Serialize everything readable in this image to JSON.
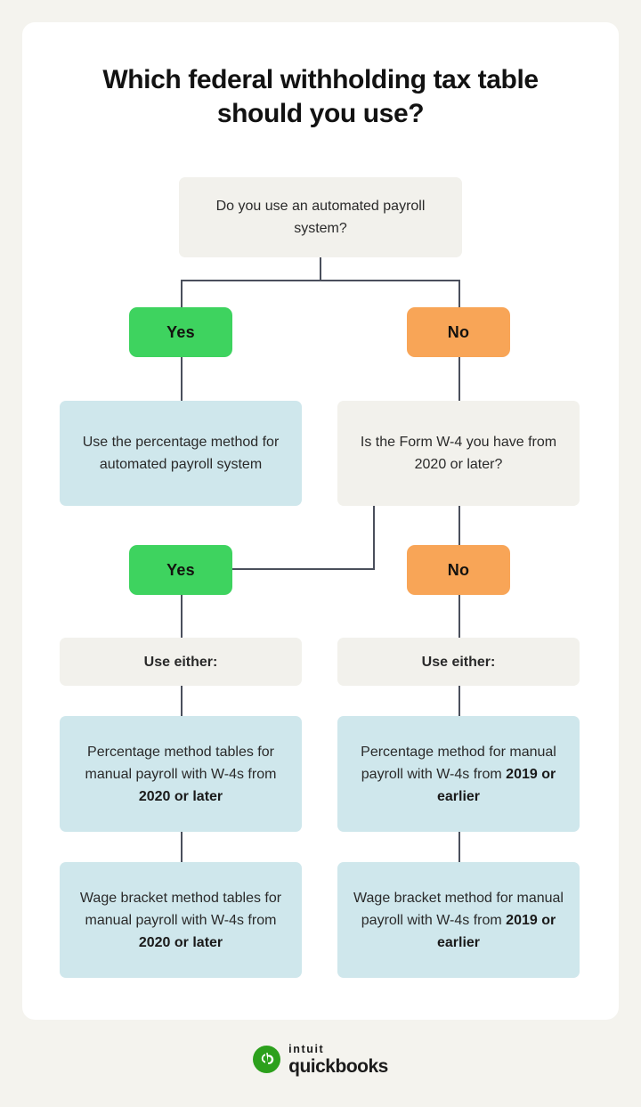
{
  "page": {
    "background_color": "#F4F3EE",
    "card_color": "#FFFFFF"
  },
  "title": "Which federal withholding tax table should you use?",
  "palette": {
    "yes_green": "#3ED35F",
    "no_orange": "#F8A557",
    "result_blue": "#CFE7EC",
    "question_gray": "#F2F1EC",
    "connector": "#4A4F5C",
    "brand_green": "#2CA01C"
  },
  "flowchart": {
    "type": "decision-tree",
    "root_question": "Do you use an automated payroll system?",
    "branch_yes_label": "Yes",
    "branch_no_label": "No",
    "yes_result": "Use the percentage method for automated payroll system",
    "second_question": "Is the Form W-4 you have from 2020 or later?",
    "second_yes_label": "Yes",
    "second_no_label": "No",
    "use_either_left": "Use either:",
    "use_either_right": "Use either:",
    "left_results": [
      {
        "normal": "Percentage method tables for manual payroll with W-4s from ",
        "bold": "2020 or later"
      },
      {
        "normal": "Wage bracket method tables for manual payroll with W-4s from ",
        "bold": "2020 or later"
      }
    ],
    "right_results": [
      {
        "normal": "Percentage method for manual payroll with W-4s from ",
        "bold": "2019 or earlier"
      },
      {
        "normal": "Wage bracket method for manual payroll with W-4s from ",
        "bold": "2019 or earlier"
      }
    ]
  },
  "footer": {
    "brand_primary": "intuit",
    "brand_secondary": "quickbooks",
    "logo_icon": "quickbooks-qb-icon"
  }
}
